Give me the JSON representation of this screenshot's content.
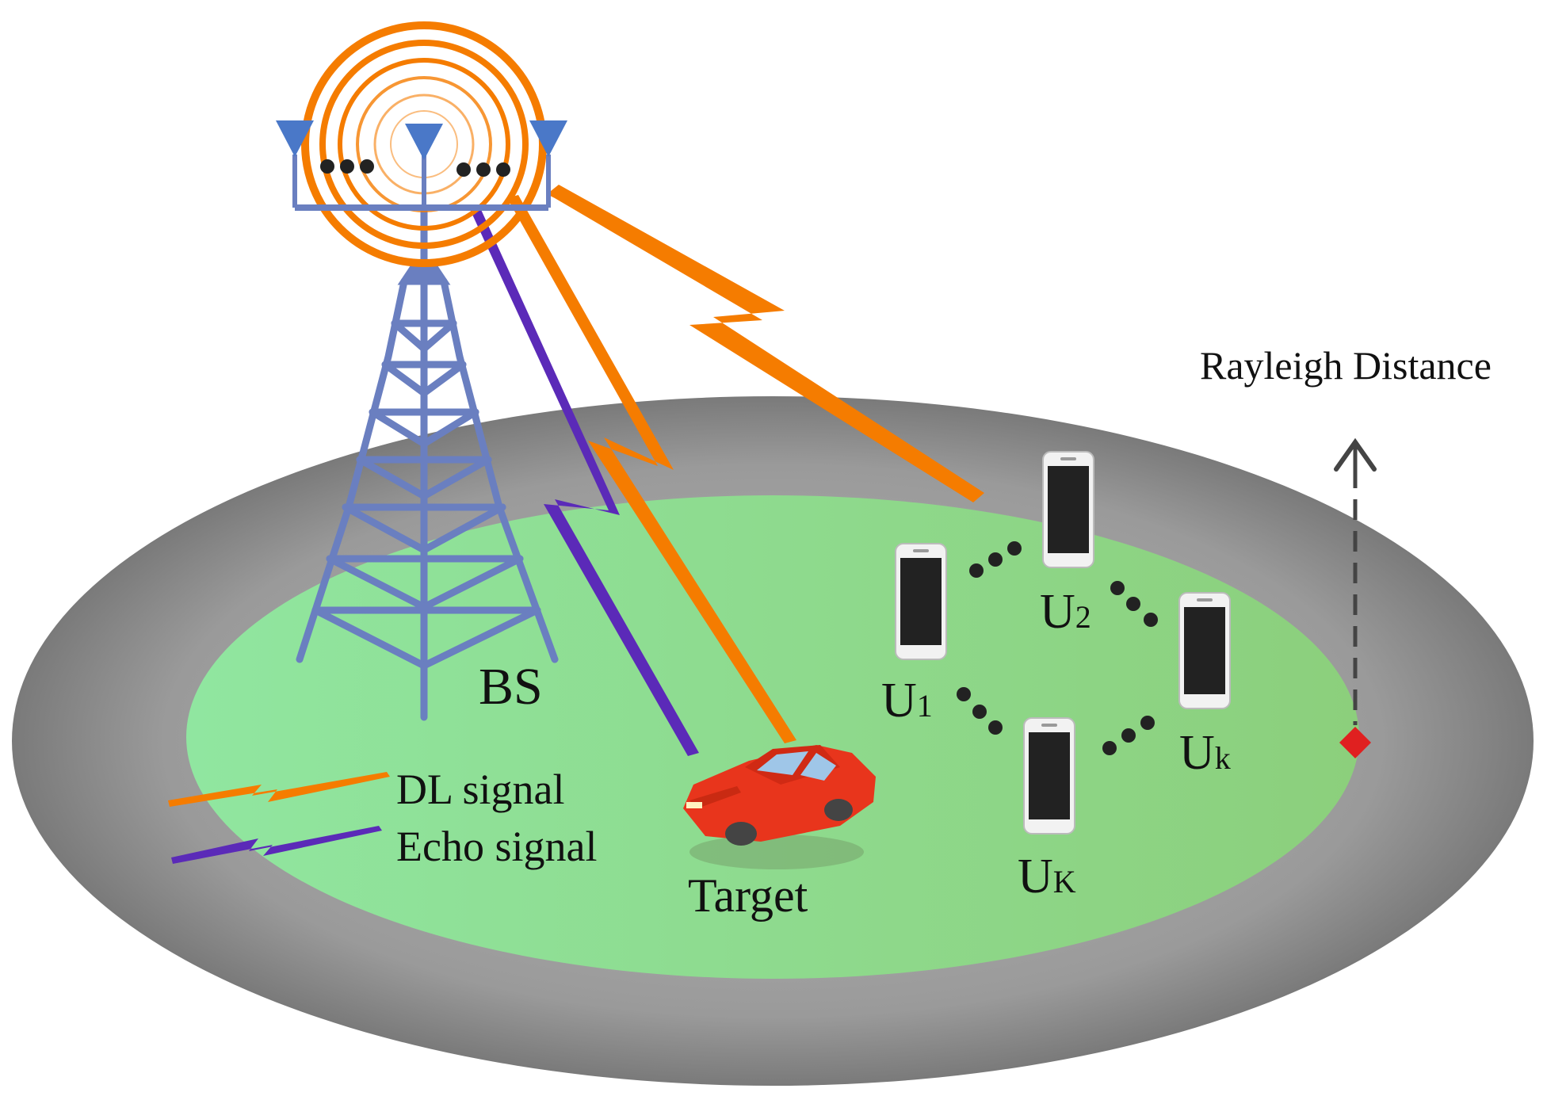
{
  "labels": {
    "bs": "BS",
    "target": "Target",
    "rayleigh": "Rayleigh Distance",
    "u1_main": "U",
    "u1_sub": "1",
    "u2_main": "U",
    "u2_sub": "2",
    "uk_main": "U",
    "uk_sub": "k",
    "uK_main": "U",
    "uK_sub": "K"
  },
  "legend": {
    "dl": "DL signal",
    "echo": "Echo signal"
  },
  "colors": {
    "outer_ring": "#8c8c8c",
    "coverage": "#8fd98f",
    "dl_signal": "#f57c00",
    "echo_signal": "#5b2ab8",
    "tower": "#6a7fc0",
    "antenna": "#4a78c8",
    "car": "#e8351c",
    "rayleigh_point": "#e02020",
    "phone": "#222222"
  },
  "icons": [
    "tower-icon",
    "antenna-icon",
    "car-icon",
    "phone-icon",
    "arrow-up-icon",
    "lightning-icon"
  ]
}
